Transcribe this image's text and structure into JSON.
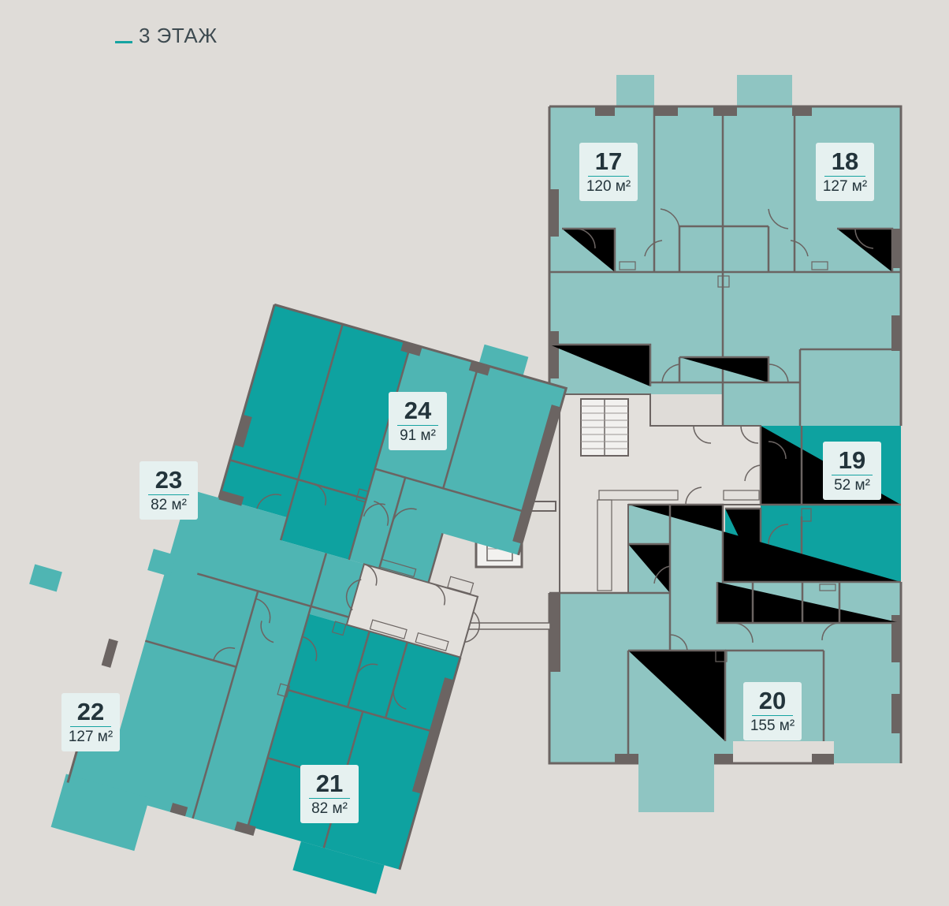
{
  "floor": {
    "label": "3 ЭТАЖ",
    "accent": "#15a3a1"
  },
  "colors": {
    "light": "#8fc5c2",
    "medium": "#4fb5b3",
    "dark": "#0ea2a0",
    "wall": "#6b6462",
    "hall": "#e3e0dc"
  },
  "apartments": [
    {
      "num": "17",
      "area": "120 м²"
    },
    {
      "num": "18",
      "area": "127 м²"
    },
    {
      "num": "19",
      "area": "52 м²"
    },
    {
      "num": "20",
      "area": "155 м²"
    },
    {
      "num": "21",
      "area": "82 м²"
    },
    {
      "num": "22",
      "area": "127 м²"
    },
    {
      "num": "23",
      "area": "82 м²"
    },
    {
      "num": "24",
      "area": "91 м²"
    }
  ]
}
